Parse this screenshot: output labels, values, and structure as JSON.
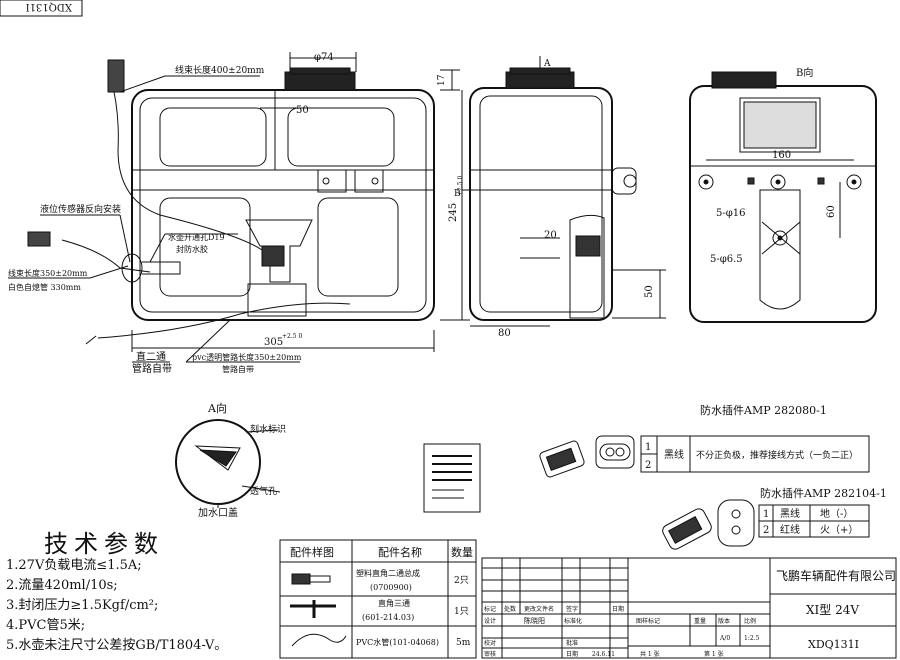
{
  "drawing_code": "XDQ131I",
  "front_view": {
    "harness_length": "线束长度400±20mm",
    "cap_diameter": "φ74",
    "dim_50": "50",
    "dim_17": "17",
    "height": "245",
    "height_tol": "+2.5 0",
    "width": "305",
    "width_tol": "+2.5 0",
    "level_sensor_note": "液位传感器反向安装",
    "drain_hole": "水壶开通孔D19",
    "grommet": "封防水胶",
    "harness_length2": "线束长度350±20mm",
    "corrugated_tube": "白色自熄管 330mm",
    "pvc_tube": "pvc透明管路长度350±20mm",
    "pipe_clip": "管路自带",
    "elbow": "直二通",
    "elbow_clip": "管路自带"
  },
  "side_view": {
    "label_a": "A",
    "label_b": "B",
    "dim_20": "20",
    "dim_50": "50",
    "dim_80": "80"
  },
  "b_view": {
    "title": "B向",
    "dim_160": "160",
    "dim_60": "60",
    "holes_16": "5-φ16",
    "holes_65": "5-φ6.5"
  },
  "a_view": {
    "title": "A向",
    "scale_mark": "刻水标识",
    "vent": "透气孔",
    "cap": "加水口盖"
  },
  "connector1": {
    "title": "防水插件AMP 282080-1",
    "rows": [
      {
        "n": "1",
        "wire": "黑线",
        "func": "不分正负极，推荐接线方式（一负二正）"
      },
      {
        "n": "2",
        "wire": "",
        "func": ""
      }
    ]
  },
  "connector2": {
    "title": "防水插件AMP 282104-1",
    "rows": [
      {
        "n": "1",
        "wire": "黑线",
        "func": "地（-）"
      },
      {
        "n": "2",
        "wire": "红线",
        "func": "火（+）"
      }
    ]
  },
  "tech_params": {
    "title": "技术参数",
    "items": [
      "1.27V负载电流≤1.5A;",
      "2.流量420ml/10s;",
      "3.封闭压力≥1.5Kgf/cm²;",
      "4.PVC管5米;",
      "5.水壶未注尺寸公差按GB/T1804-V。"
    ]
  },
  "parts_table": {
    "headers": [
      "配件样图",
      "配件名称",
      "数量"
    ],
    "rows": [
      {
        "name1": "塑料直角二通总成",
        "name2": "(0700900)",
        "qty": "2只"
      },
      {
        "name1": "直角三通",
        "name2": "(601-214.03)",
        "qty": "1只"
      },
      {
        "name1": "PVC水管(101-04068)",
        "name2": "",
        "qty": "5m"
      }
    ]
  },
  "title_block": {
    "company": "飞鹏车辆配件有限公司",
    "model": "XI型 24V",
    "code": "XDQ131I",
    "rev_headers": [
      "标记",
      "处数",
      "更改文件名",
      "签字",
      "日期"
    ],
    "design": "设计",
    "designer": "陈晓阳",
    "standard": "标准化",
    "check": "校对",
    "review": "审核",
    "approve": "批准",
    "date_label": "日期",
    "date": "24.6.11",
    "stage_labels": [
      "图样标记",
      "重量",
      "版本",
      "比例"
    ],
    "version": "A/0",
    "scale": "1:2.5",
    "sheets": "共 1 张",
    "sheet": "第 1 张"
  }
}
